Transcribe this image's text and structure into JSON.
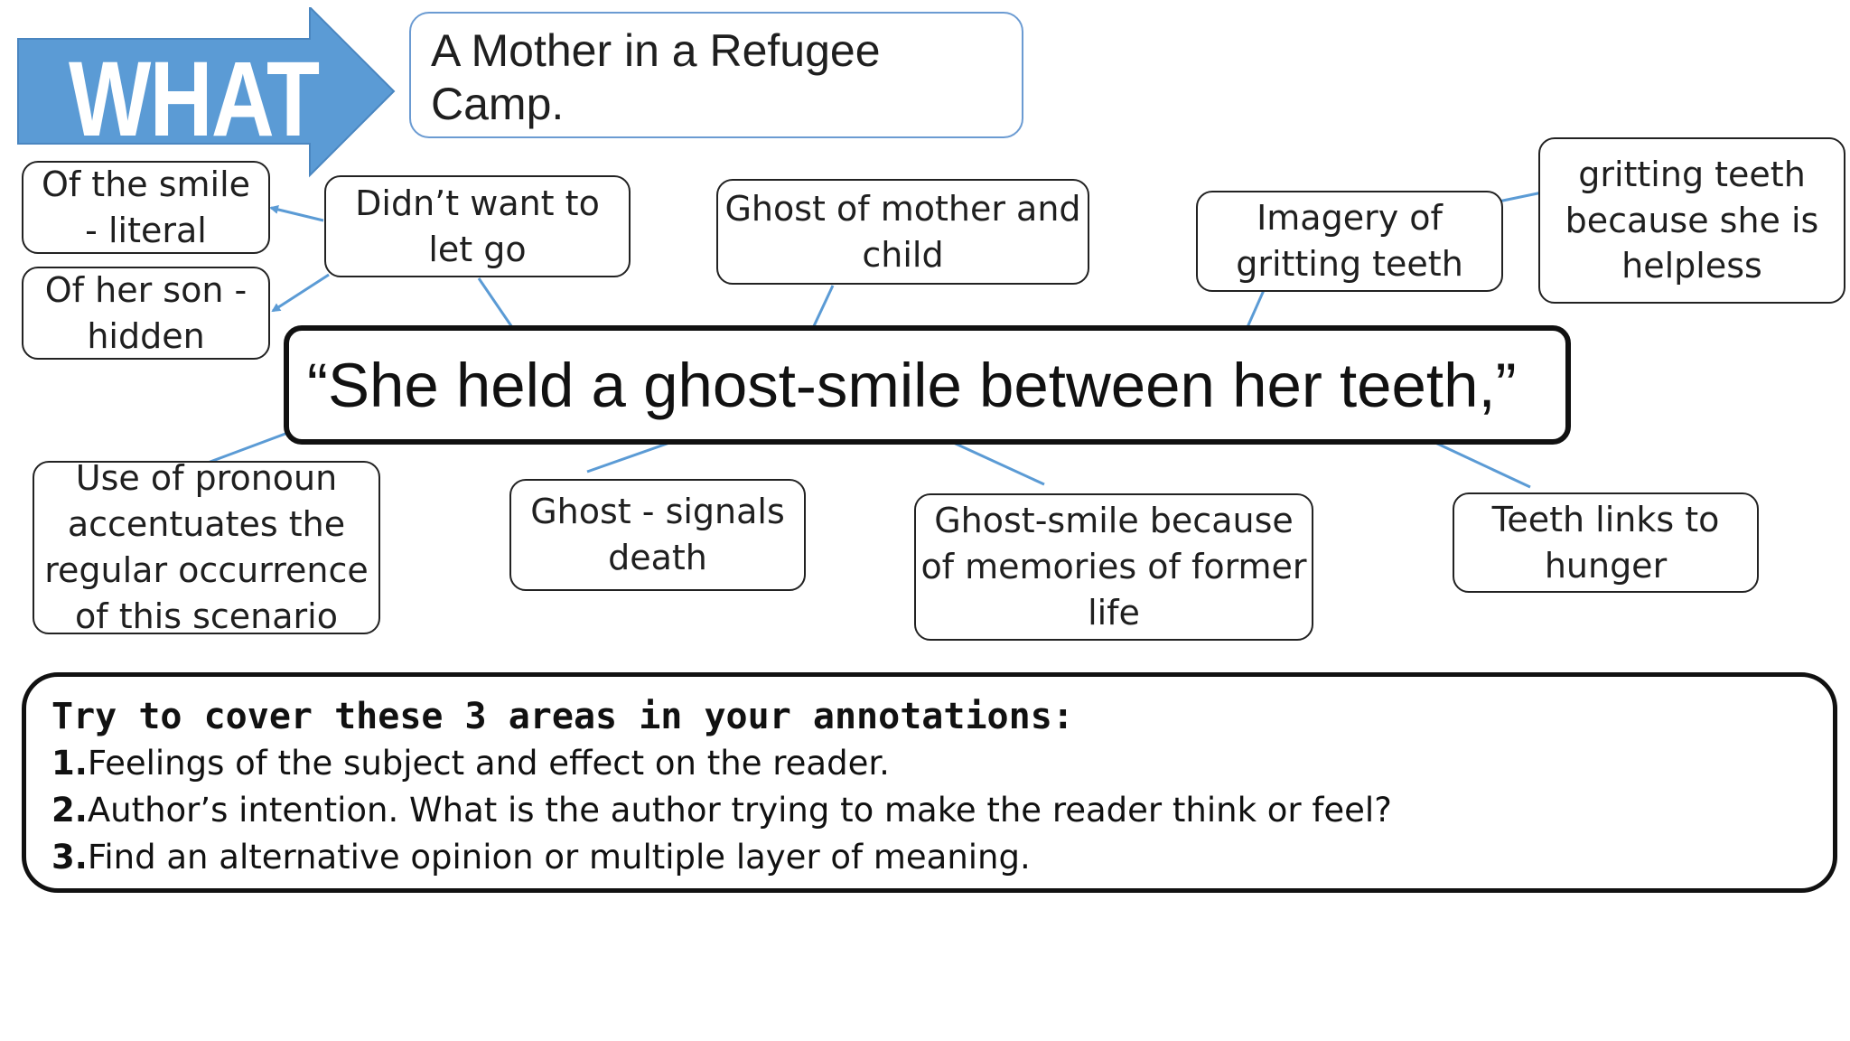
{
  "header": {
    "arrow_label": "WHAT",
    "arrow_color": "#5b9bd5",
    "title": "A Mother in a Refugee\nCamp."
  },
  "quote": "“She held a ghost-smile between her teeth,”",
  "annotations": {
    "smile_literal": "Of the smile\n- literal",
    "son_hidden": "Of her son -\nhidden",
    "didnt_want": "Didn’t want to\nlet go",
    "ghost_mother": "Ghost of mother and\nchild",
    "imagery_gritting": "Imagery of\ngritting teeth",
    "gritting_helpless": "gritting teeth\nbecause she is\nhelpless",
    "pronoun": "Use of pronoun\naccentuates the\nregular occurrence\nof this scenario",
    "ghost_death": "Ghost - signals\ndeath",
    "ghost_smile_memories": "Ghost-smile because\nof memories of former\nlife",
    "teeth_hunger": "Teeth links to\nhunger"
  },
  "instructions": {
    "heading": "Try to cover these 3 areas in your annotations:",
    "items": [
      {
        "num": "1.",
        "text": "Feelings of the subject and effect on the reader."
      },
      {
        "num": "2.",
        "text": "Author’s intention. What is the author trying to make the reader think or feel?"
      },
      {
        "num": "3.",
        "text": "Find an alternative opinion or multiple layer of meaning."
      }
    ]
  },
  "connector_color": "#5b9bd5"
}
